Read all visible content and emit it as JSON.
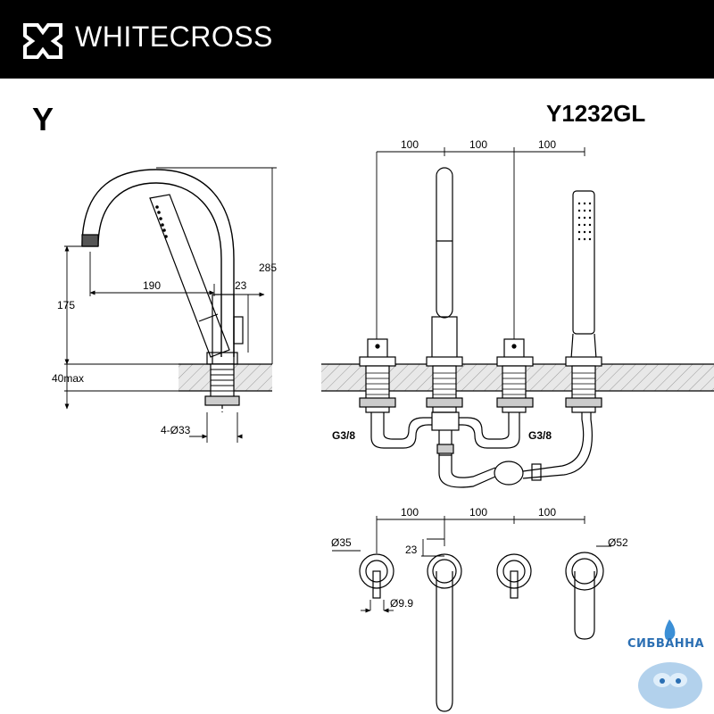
{
  "header": {
    "brand": "WHITECROSS",
    "logo_icon": "cross-logo-icon",
    "background": "#000000"
  },
  "product": {
    "series": "Y",
    "model": "Y1232GL"
  },
  "side_view": {
    "height_total": "285",
    "spout_reach": "190",
    "handle_offset": "23",
    "spout_height": "175",
    "deck_thickness": "40max",
    "hole_diameter": "4-Ø33"
  },
  "front_view": {
    "spacing_1": "100",
    "spacing_2": "100",
    "spacing_3": "100",
    "inlet_left": "G3/8",
    "inlet_right": "G3/8"
  },
  "top_view": {
    "spacing_1": "100",
    "spacing_2": "100",
    "spacing_3": "100",
    "rosette_diameter": "Ø35",
    "handle_offset": "23",
    "lever_diameter": "Ø9.9",
    "holder_diameter": "Ø52"
  },
  "watermark": {
    "text": "СИБВАННА",
    "color": "#2b6fb3"
  }
}
